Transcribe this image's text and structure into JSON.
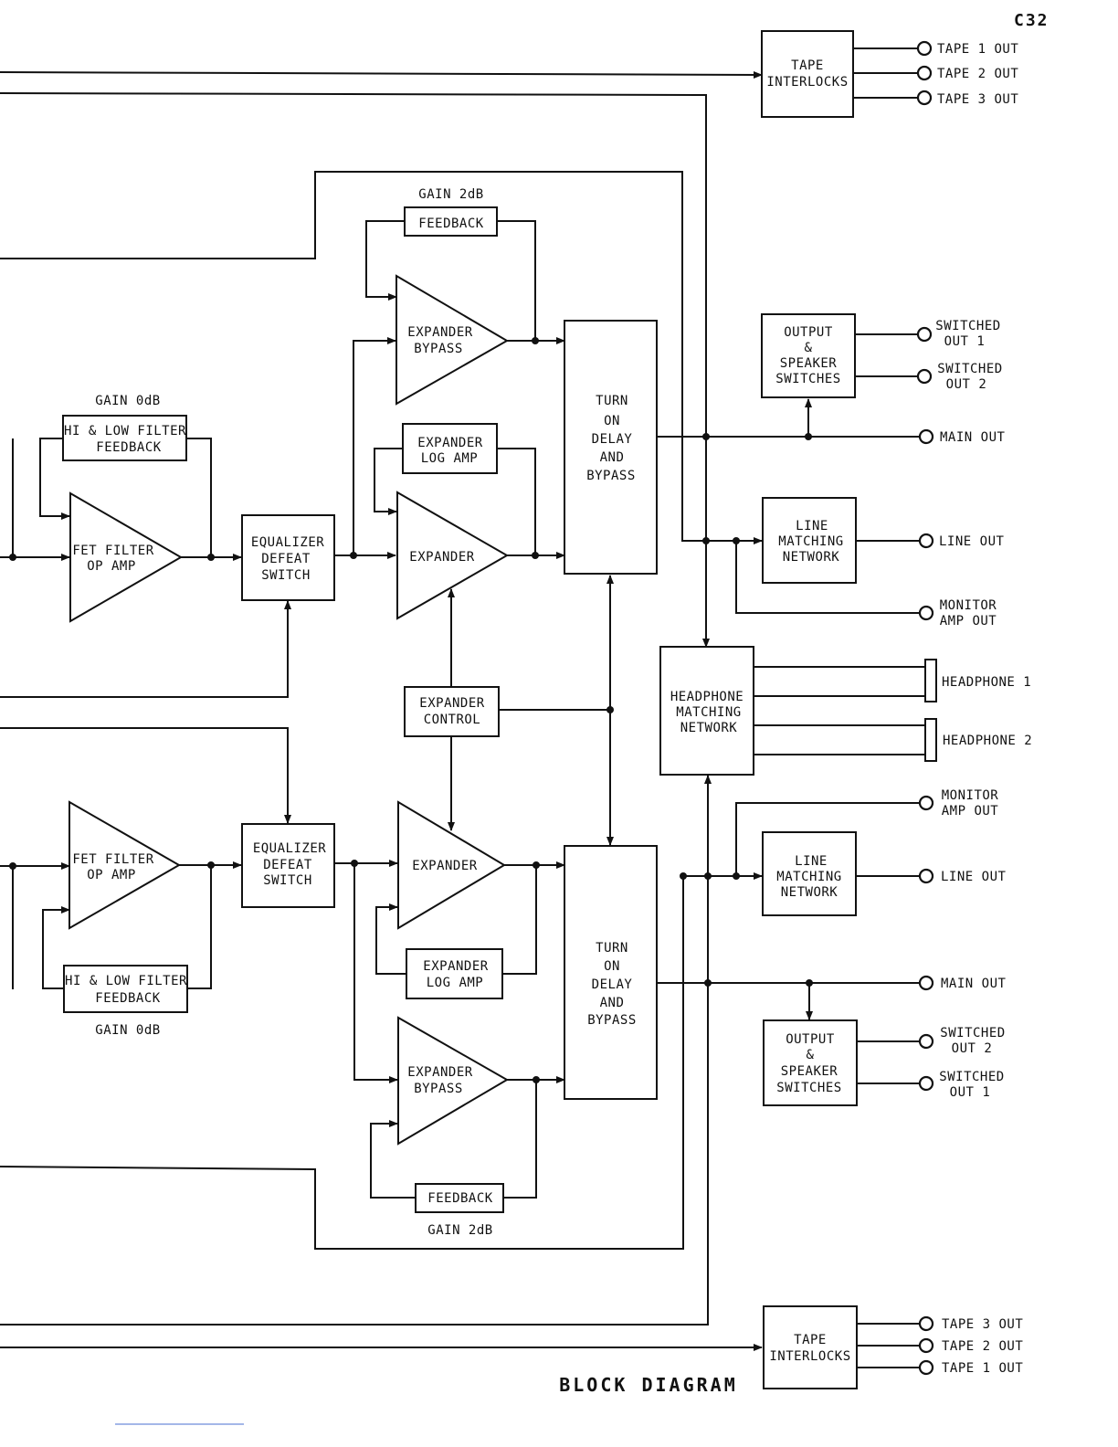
{
  "page_number": "C32",
  "title": "BLOCK DIAGRAM",
  "top": {
    "tape_interlocks": [
      "TAPE",
      "INTERLOCKS"
    ],
    "tape_outputs": [
      "TAPE 1 OUT",
      "TAPE 2 OUT",
      "TAPE 3 OUT"
    ],
    "feedback": "FEEDBACK",
    "feedback_gain": "GAIN 2dB",
    "expander_bypass": [
      "EXPANDER",
      "BYPASS"
    ],
    "expander_log_amp": [
      "EXPANDER",
      "LOG AMP"
    ],
    "expander": "EXPANDER",
    "filter_feedback": [
      "HI & LOW FILTER",
      "FEEDBACK"
    ],
    "filter_gain": "GAIN 0dB",
    "fet_filter": [
      "FET FILTER",
      "OP AMP"
    ],
    "equalizer": [
      "EQUALIZER",
      "DEFEAT",
      "SWITCH"
    ],
    "turn_on_delay": [
      "TURN",
      "ON",
      "DELAY",
      "AND",
      "BYPASS"
    ],
    "output_switches": [
      "OUTPUT",
      "&",
      "SPEAKER",
      "SWITCHES"
    ],
    "switched_out_1": [
      "SWITCHED",
      "OUT 1"
    ],
    "switched_out_2": [
      "SWITCHED",
      "OUT 2"
    ],
    "main_out": "MAIN OUT",
    "line_matching": [
      "LINE",
      "MATCHING",
      "NETWORK"
    ],
    "line_out": "LINE OUT",
    "monitor_amp_out": [
      "MONITOR",
      "AMP OUT"
    ]
  },
  "center": {
    "expander_control": [
      "EXPANDER",
      "CONTROL"
    ],
    "headphone_matching": [
      "HEADPHONE",
      "MATCHING",
      "NETWORK"
    ],
    "headphone_1": "HEADPHONE 1",
    "headphone_2": "HEADPHONE 2"
  },
  "bottom": {
    "fet_filter": [
      "FET FILTER",
      "OP AMP"
    ],
    "filter_feedback": [
      "HI & LOW FILTER",
      "FEEDBACK"
    ],
    "filter_gain": "GAIN 0dB",
    "equalizer": [
      "EQUALIZER",
      "DEFEAT",
      "SWITCH"
    ],
    "expander": "EXPANDER",
    "expander_log_amp": [
      "EXPANDER",
      "LOG AMP"
    ],
    "expander_bypass": [
      "EXPANDER",
      "BYPASS"
    ],
    "feedback": "FEEDBACK",
    "feedback_gain": "GAIN 2dB",
    "turn_on_delay": [
      "TURN",
      "ON",
      "DELAY",
      "AND",
      "BYPASS"
    ],
    "monitor_amp_out": [
      "MONITOR",
      "AMP OUT"
    ],
    "line_matching": [
      "LINE",
      "MATCHING",
      "NETWORK"
    ],
    "line_out": "LINE OUT",
    "main_out": "MAIN OUT",
    "output_switches": [
      "OUTPUT",
      "&",
      "SPEAKER",
      "SWITCHES"
    ],
    "switched_out_2": [
      "SWITCHED",
      "OUT 2"
    ],
    "switched_out_1": [
      "SWITCHED",
      "OUT 1"
    ],
    "tape_interlocks": [
      "TAPE",
      "INTERLOCKS"
    ],
    "tape_outputs": [
      "TAPE 3 OUT",
      "TAPE 2 OUT",
      "TAPE 1 OUT"
    ]
  }
}
